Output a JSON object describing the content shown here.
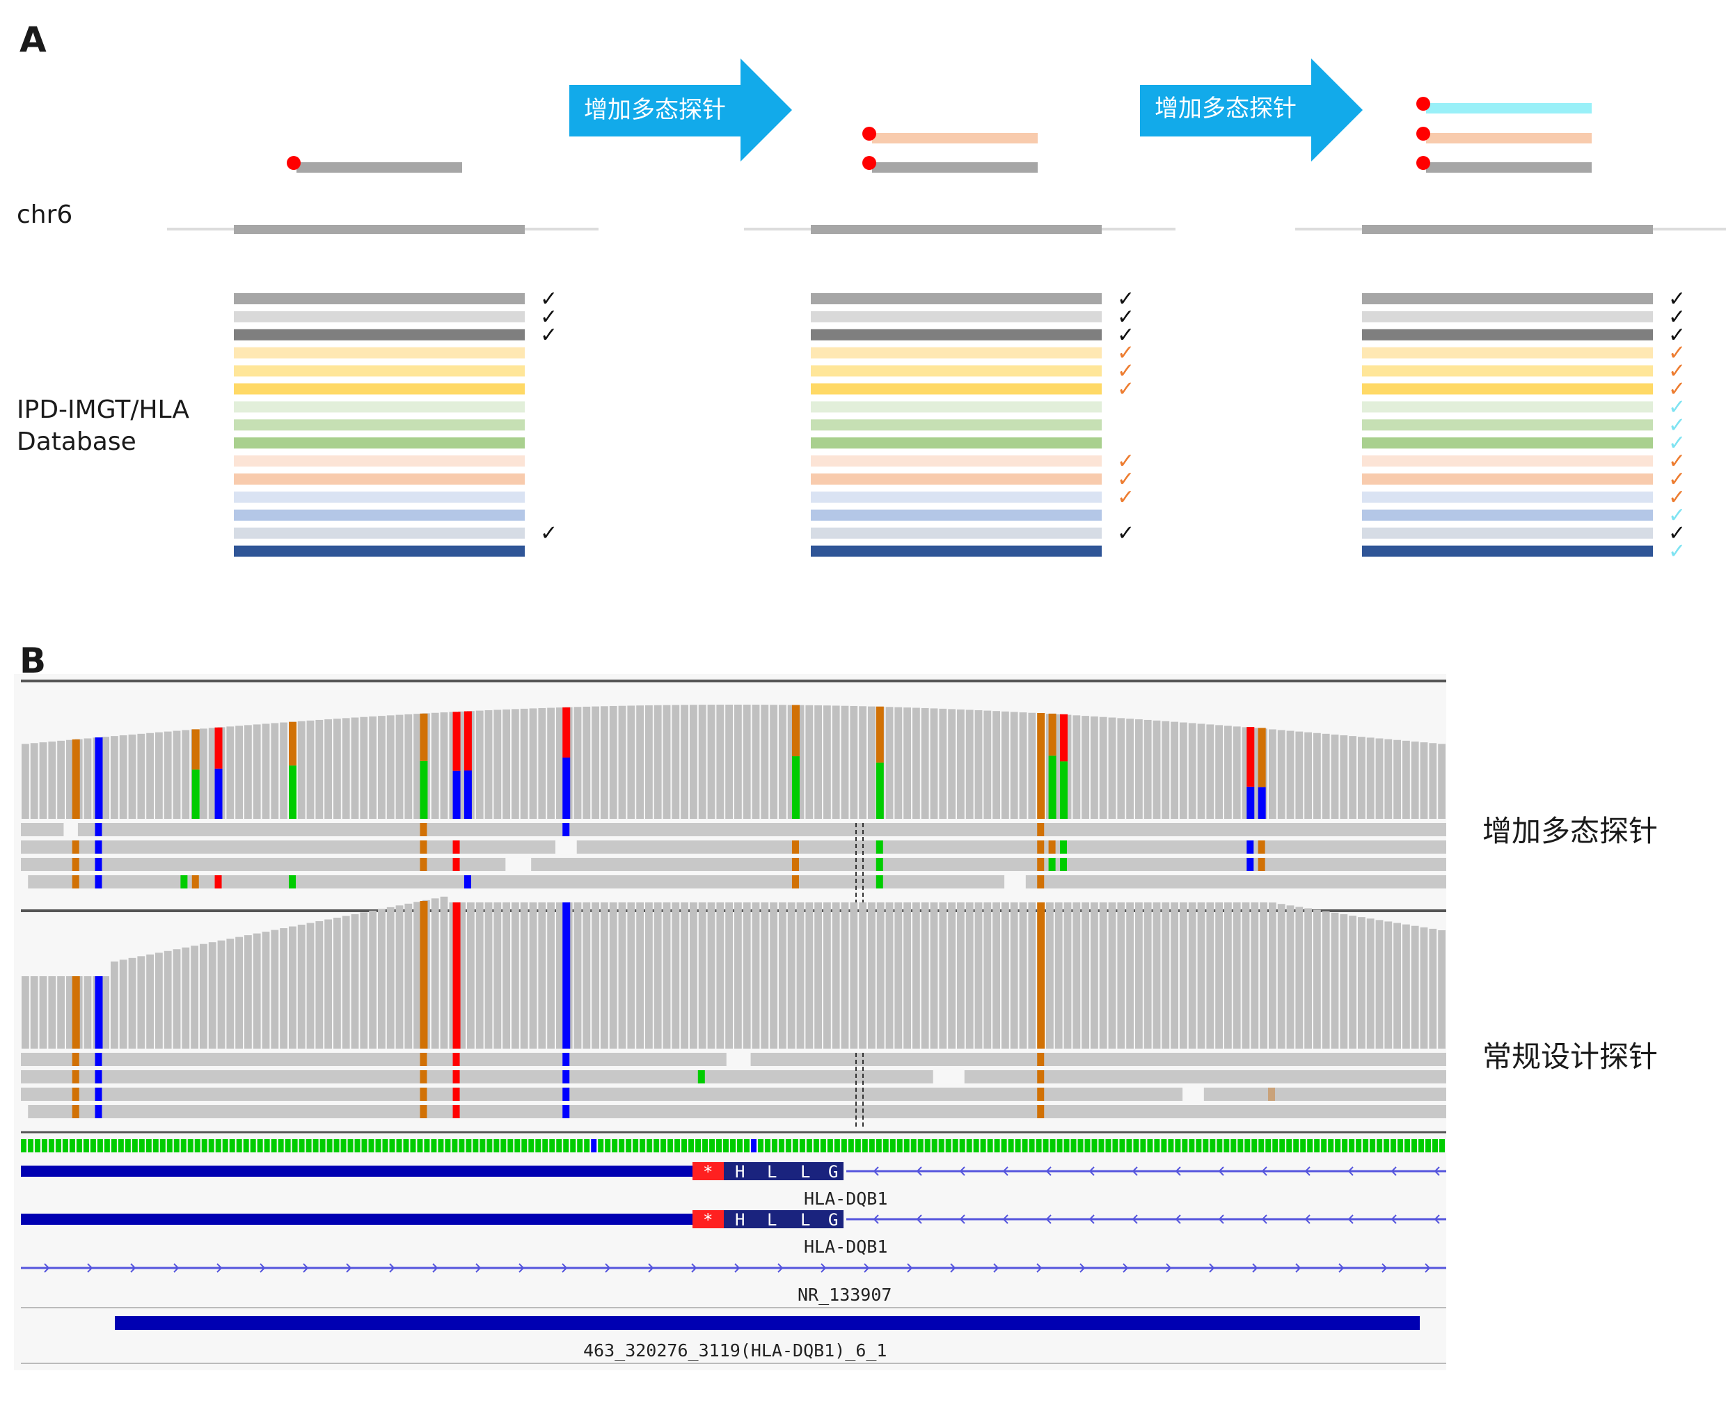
{
  "panel_a": {
    "letter": "A",
    "chr_label": "chr6",
    "db_label_line1": "IPD-IMGT/HLA",
    "db_label_line2": "Database",
    "arrow_label": "增加多态探针",
    "check_glyph": "✓",
    "db_colors": [
      "#a6a6a6",
      "#d9d9d9",
      "#7f7f7f",
      "#ffe8b3",
      "#ffe699",
      "#ffd966",
      "#e2efda",
      "#c6e0b4",
      "#a9d08e",
      "#fce4d6",
      "#f8cbad",
      "#dae3f3",
      "#b4c7e7",
      "#d6dce5",
      "#2f5597"
    ],
    "probe_colors": {
      "gray": "#a6a6a6",
      "orange": "#f8cbad",
      "cyan": "#99f0f8",
      "dot": "#ff0000"
    },
    "check_colors": {
      "black": "#111111",
      "orange": "#ed7d31",
      "cyan": "#7fe3f2"
    },
    "stages": [
      {
        "checks": [
          "black",
          "black",
          "black",
          "",
          "",
          "",
          "",
          "",
          "",
          "",
          "",
          "",
          "",
          "black",
          ""
        ]
      },
      {
        "checks": [
          "black",
          "black",
          "black",
          "orange",
          "orange",
          "orange",
          "",
          "",
          "",
          "orange",
          "orange",
          "orange",
          "",
          "black",
          ""
        ]
      },
      {
        "checks": [
          "black",
          "black",
          "black",
          "orange",
          "orange",
          "orange",
          "cyan",
          "cyan",
          "cyan",
          "orange",
          "orange",
          "orange",
          "cyan",
          "black",
          "cyan"
        ]
      }
    ]
  },
  "panel_b": {
    "letter": "B",
    "label_top": "增加多态探针",
    "label_bottom": "常规设计探针",
    "gene1": "HLA-DQB1",
    "gene2": "HLA-DQB1",
    "gene3": "NR_133907",
    "probe_name": "463_320276_3119(HLA-DQB1)_6_1",
    "exon_letters": [
      "*",
      "H",
      "L",
      "L",
      "G"
    ],
    "colors": {
      "A": "#00cc00",
      "C": "#0000ff",
      "G": "#d17105",
      "T": "#ff0000",
      "coverage": "#c0c0c0",
      "read": "#c8c8c8",
      "gene": "#0000b2",
      "intron": "#5555dd"
    }
  }
}
